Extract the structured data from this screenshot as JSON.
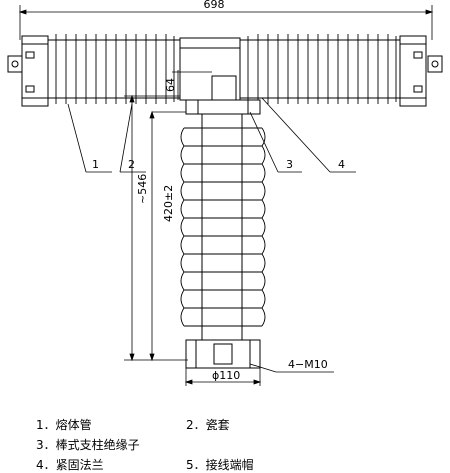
{
  "dimensions": {
    "overall_width": "698",
    "height_total": "~546",
    "height_porcelain": "420±2",
    "flange_gap": "64",
    "base_diameter": "ϕ110",
    "base_bolts": "4−M10"
  },
  "callouts": [
    "1",
    "2",
    "3",
    "4"
  ],
  "legend": [
    {
      "num": "1．",
      "text": "熔体管"
    },
    {
      "num": "2．",
      "text": "瓷套"
    },
    {
      "num": "3．",
      "text": "棒式支柱绝缘子"
    },
    {
      "num": "4．",
      "text": "紧固法兰"
    },
    {
      "num": "5．",
      "text": "接线端帽"
    }
  ]
}
